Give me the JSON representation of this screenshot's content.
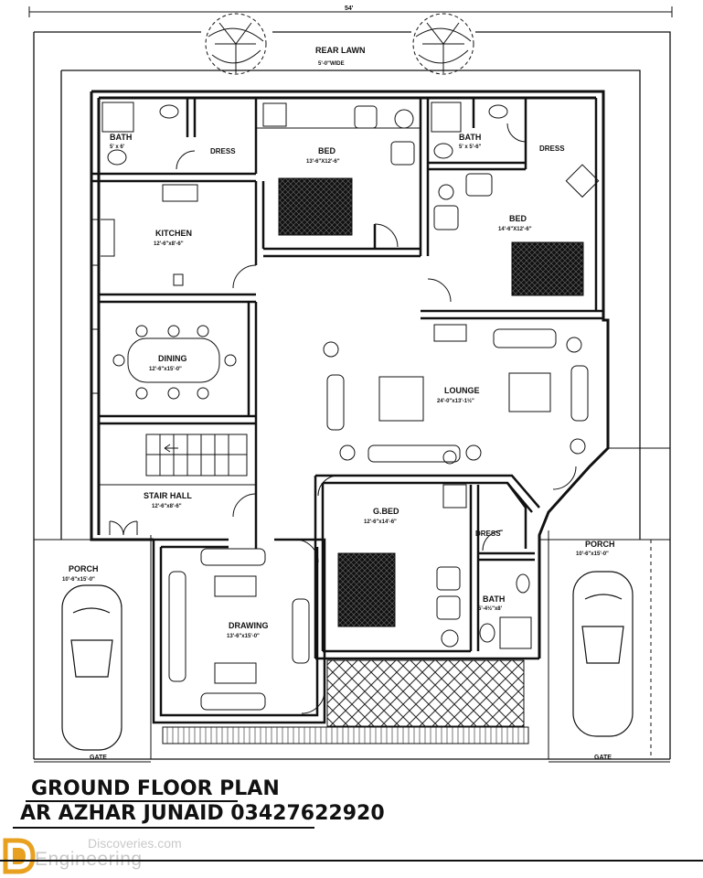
{
  "plan": {
    "overall_dimension": "54'",
    "rear_lawn": {
      "name": "REAR LAWN",
      "size": "5'-0\"WIDE"
    },
    "rooms": {
      "bath1": {
        "name": "BATH",
        "size": "5' x 6'"
      },
      "dress1": {
        "name": "DRESS"
      },
      "bed1": {
        "name": "BED",
        "size": "13'-6\"X12'-6\""
      },
      "bath2": {
        "name": "BATH",
        "size": "5' x 5'-6\""
      },
      "dress2": {
        "name": "DRESS"
      },
      "bed2": {
        "name": "BED",
        "size": "14'-6\"X12'-6\""
      },
      "kitchen": {
        "name": "KITCHEN",
        "size": "12'-6\"x8'-6\""
      },
      "dining": {
        "name": "DINING",
        "size": "12'-6\"x15'-0\""
      },
      "lounge": {
        "name": "LOUNGE",
        "size": "24'-0\"x13'-1½\""
      },
      "stair_hall": {
        "name": "STAIR HALL",
        "size": "12'-6\"x8'-6\""
      },
      "gbed": {
        "name": "G.BED",
        "size": "12'-6\"x14'-6\""
      },
      "dress3": {
        "name": "DRESS"
      },
      "bath3": {
        "name": "BATH",
        "size": "5'-4½\"x8'"
      },
      "drawing": {
        "name": "DRAWING",
        "size": "13'-6\"x15'-0\""
      },
      "porch_left": {
        "name": "PORCH",
        "size": "10'-6\"x15'-0\""
      },
      "porch_right": {
        "name": "PORCH",
        "size": "10'-6\"x15'-0\""
      }
    },
    "gate_left": "GATE",
    "gate_right": "GATE"
  },
  "title": "GROUND FLOOR PLAN",
  "architect": "AR AZHAR JUNAID 03427622920",
  "watermark": {
    "line1": "Discoveries.com",
    "line2": "Engineering"
  }
}
